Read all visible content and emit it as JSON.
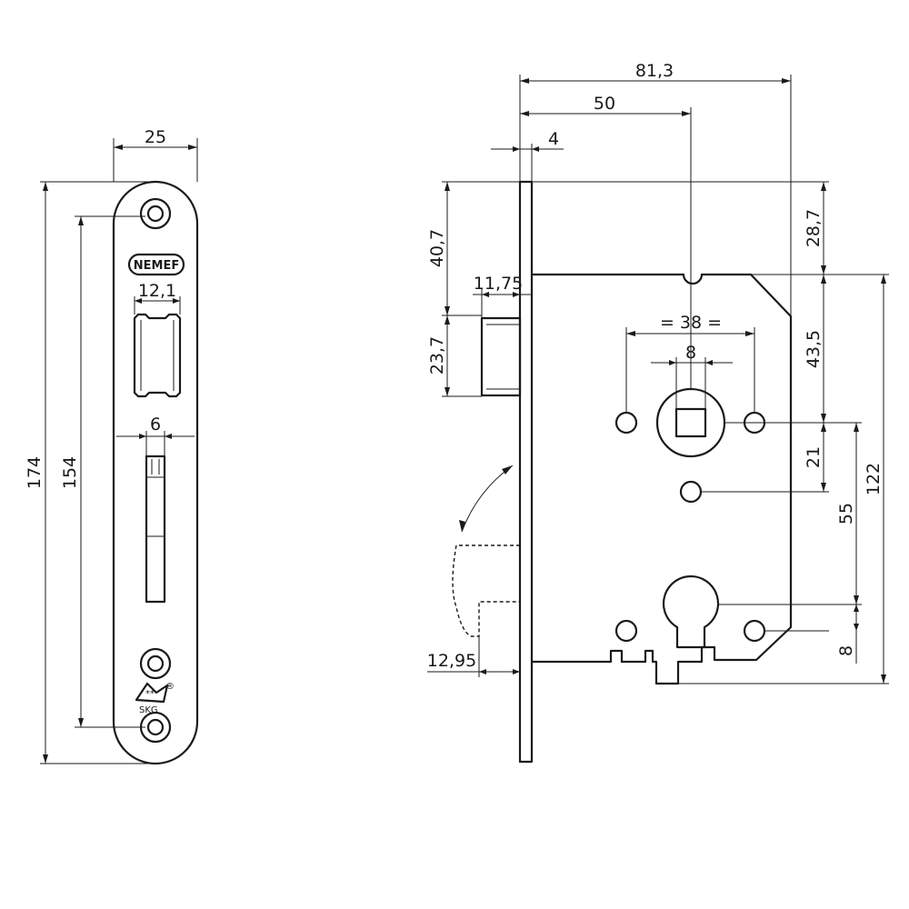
{
  "faceplate": {
    "brand": "NEMEF",
    "cert_mark": "SKG",
    "cert_stars": "**",
    "registered": "®",
    "dims": {
      "width": "25",
      "total_height": "174",
      "hole_spacing": "154",
      "latch_width": "12,1",
      "bolt_width": "6"
    }
  },
  "lock_body": {
    "dims": {
      "overall_depth": "81,3",
      "backset": "50",
      "faceplate_thickness": "4",
      "to_latch": "40,7",
      "latch_projection": "11,75",
      "latch_height": "23,7",
      "top_to_follower": "28,7",
      "follower_to_lower": "43,5",
      "fixing_hole_spacing": "= 38 =",
      "follower_square": "8",
      "follower_to_mid_hole": "21",
      "follower_to_cylinder": "55",
      "body_height": "122",
      "cylinder_offset": "8",
      "bolt_throw": "12,95"
    }
  }
}
